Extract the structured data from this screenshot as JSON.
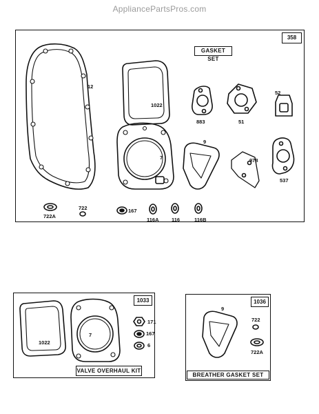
{
  "watermark": "AppliancePartsPros.com",
  "panel_main": {
    "number": "358",
    "title": "GASKET SET",
    "labels": {
      "p12": "12",
      "p1022": "1022",
      "p7": "7",
      "p883": "883",
      "p51": "51",
      "p52": "52",
      "p9": "9",
      "p978": "978",
      "p537": "537",
      "p722A": "722A",
      "p722": "722",
      "p167": "167",
      "p116A": "116A",
      "p116": "116",
      "p116B": "116B"
    }
  },
  "panel_valve": {
    "number": "1033",
    "title": "VALVE OVERHAUL KIT",
    "labels": {
      "p1022": "1022",
      "p7": "7",
      "p171": "171",
      "p167": "167",
      "p6": "6"
    }
  },
  "panel_breather": {
    "number": "1036",
    "title": "BREATHER GASKET SET",
    "labels": {
      "p9": "9",
      "p722": "722",
      "p722A": "722A"
    }
  }
}
